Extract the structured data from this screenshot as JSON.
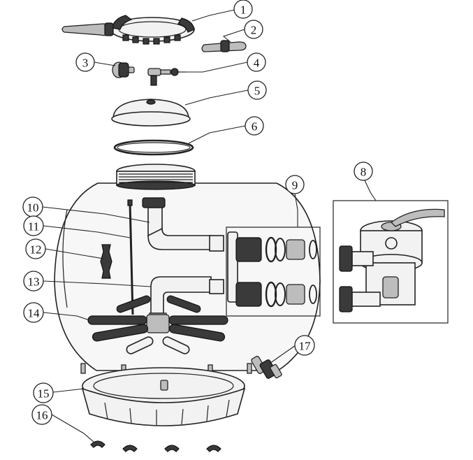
{
  "callouts": [
    {
      "number": "1"
    },
    {
      "number": "2"
    },
    {
      "number": "3"
    },
    {
      "number": "4"
    },
    {
      "number": "5"
    },
    {
      "number": "6"
    },
    {
      "number": "8"
    },
    {
      "number": "9"
    },
    {
      "number": "10"
    },
    {
      "number": "11"
    },
    {
      "number": "12"
    },
    {
      "number": "13"
    },
    {
      "number": "14"
    },
    {
      "number": "15"
    },
    {
      "number": "16"
    },
    {
      "number": "17"
    }
  ]
}
